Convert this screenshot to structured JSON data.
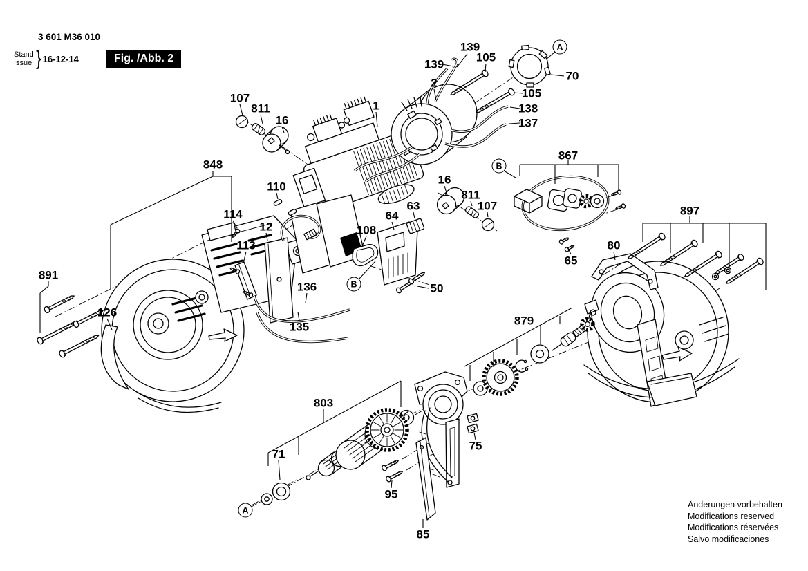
{
  "title_block": {
    "part_number": "3 601 M36 010",
    "stand_label": "Stand",
    "issue_label": "Issue",
    "brace": "}",
    "date": "16-12-14",
    "figure_label": "Fig. /Abb. 2"
  },
  "footer": {
    "lines": [
      "Änderungen vorbehalten",
      "Modifications reserved",
      "Modifications réservées",
      "Salvo modificaciones"
    ]
  },
  "markers": [
    {
      "text": "A"
    },
    {
      "text": "B"
    },
    {
      "text": "B"
    },
    {
      "text": "A"
    }
  ],
  "callouts": [
    {
      "text": "139"
    },
    {
      "text": "105"
    },
    {
      "text": "139"
    },
    {
      "text": "70"
    },
    {
      "text": "2"
    },
    {
      "text": "105"
    },
    {
      "text": "107"
    },
    {
      "text": "1"
    },
    {
      "text": "811"
    },
    {
      "text": "138"
    },
    {
      "text": "16"
    },
    {
      "text": "137"
    },
    {
      "text": "867"
    },
    {
      "text": "848"
    },
    {
      "text": "16"
    },
    {
      "text": "110"
    },
    {
      "text": "811"
    },
    {
      "text": "63"
    },
    {
      "text": "107"
    },
    {
      "text": "897"
    },
    {
      "text": "114"
    },
    {
      "text": "64"
    },
    {
      "text": "12"
    },
    {
      "text": "108"
    },
    {
      "text": "80"
    },
    {
      "text": "113"
    },
    {
      "text": "65"
    },
    {
      "text": "891"
    },
    {
      "text": "136"
    },
    {
      "text": "50"
    },
    {
      "text": "126"
    },
    {
      "text": "879"
    },
    {
      "text": "135"
    },
    {
      "text": "803"
    },
    {
      "text": "75"
    },
    {
      "text": "71"
    },
    {
      "text": "95"
    },
    {
      "text": "85"
    }
  ]
}
